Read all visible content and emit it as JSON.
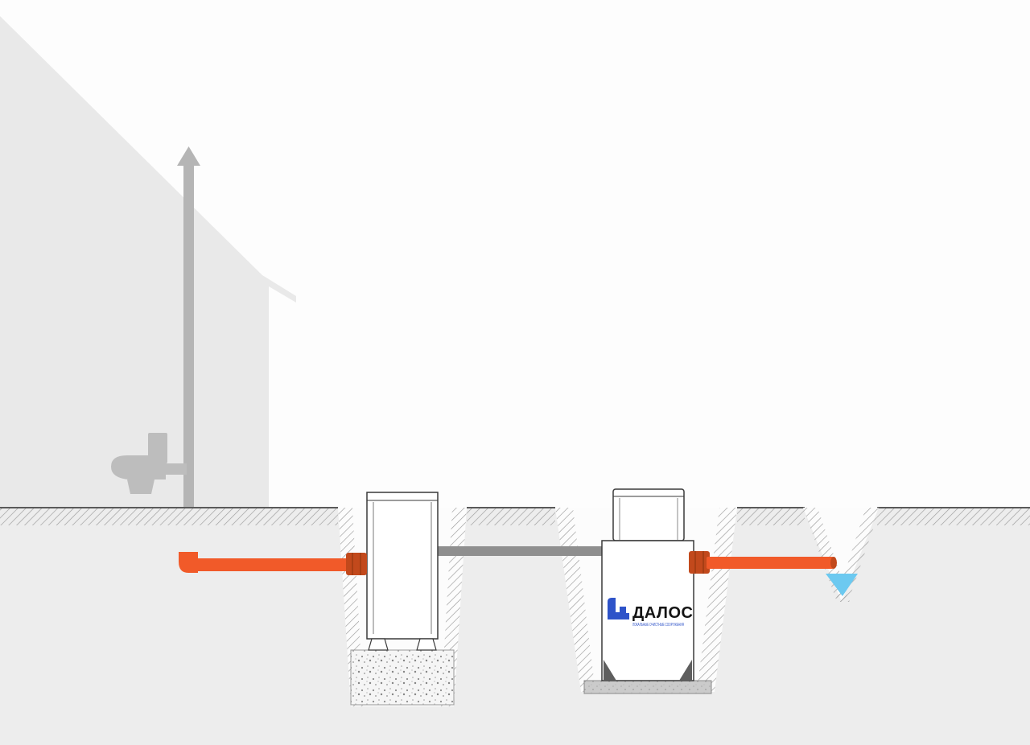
{
  "brand": {
    "name": "ДАЛОС",
    "tagline": "ЛОКАЛЬНЫЕ ОЧИСТНЫЕ СООРУЖЕНИЯ"
  },
  "colors": {
    "sewer_pipe_orange": "#F15A29",
    "coupling_dark_orange": "#C2491C",
    "vent_pipe_gray": "#B5B5B5",
    "fixture_gray": "#BDBDBD",
    "transfer_pipe_gray": "#8F8F8F",
    "house_gray": "#E9E9E9",
    "ground_gray": "#EDEDED",
    "hatch_gray": "#9A9A9A",
    "outline_dark": "#3A3A3A",
    "water_blue": "#6CC9F0",
    "logo_blue": "#2E53C9",
    "brand_text_black": "#141414"
  },
  "components": [
    "house",
    "toilet",
    "ventilation-riser-with-arrow",
    "inlet-sewer-pipe",
    "first-settling-tank",
    "excavation-pit-with-gravel-bed",
    "transfer-pipe",
    "dalos-treatment-unit",
    "concrete-slab-with-anchors",
    "outlet-pipe",
    "drainage-ditch-with-water"
  ]
}
